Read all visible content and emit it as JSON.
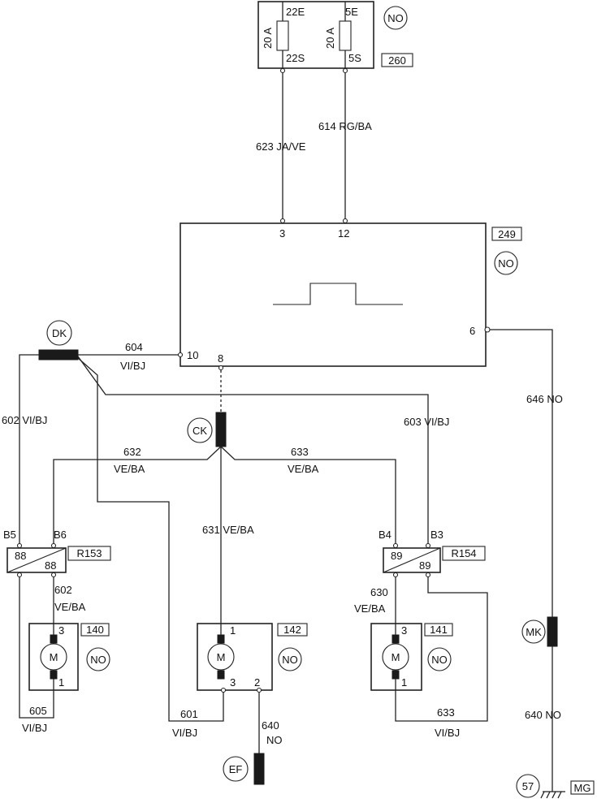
{
  "fuse_box": {
    "ref": "260",
    "color": "NO",
    "fuse1": {
      "in": "22E",
      "out": "22S",
      "rating": "20 A"
    },
    "fuse2": {
      "in": "5E",
      "out": "5S",
      "rating": "20 A"
    }
  },
  "ecu": {
    "ref": "249",
    "color": "NO",
    "pins": {
      "p3": "3",
      "p12": "12",
      "p6": "6",
      "p10": "10",
      "p8": "8"
    }
  },
  "wires": {
    "w623": {
      "num": "623",
      "col": "JA/VE"
    },
    "w614": {
      "num": "614",
      "col": "RG/BA"
    },
    "w604": {
      "num": "604",
      "col": "VI/BJ"
    },
    "w646": {
      "num": "646",
      "col": "NO"
    },
    "w602a": {
      "num": "602",
      "col": "VI/BJ"
    },
    "w603": {
      "num": "603",
      "col": "VI/BJ"
    },
    "w632": {
      "num": "632",
      "col": "VE/BA"
    },
    "w633a": {
      "num": "633",
      "col": "VE/BA"
    },
    "w631": {
      "num": "631",
      "col": "VE/BA"
    },
    "w602b": {
      "num": "602",
      "col": "VE/BA"
    },
    "w630": {
      "num": "630",
      "col": "VE/BA"
    },
    "w605": {
      "num": "605",
      "col": "VI/BJ"
    },
    "w601": {
      "num": "601",
      "col": "VI/BJ"
    },
    "w640a": {
      "num": "640",
      "col": "NO"
    },
    "w633b": {
      "num": "633",
      "col": "VI/BJ"
    },
    "w640b": {
      "num": "640",
      "col": "NO"
    }
  },
  "connectors": {
    "dk": "DK",
    "ck": "CK",
    "mk": "MK",
    "ef": "EF",
    "ground": "57",
    "ground_tag": "MG"
  },
  "relays": {
    "r153": {
      "ref": "R153",
      "pin_b5": "B5",
      "pin_b6": "B6",
      "code_l": "88",
      "code_r": "88"
    },
    "r154": {
      "ref": "R154",
      "pin_b4": "B4",
      "pin_b3": "B3",
      "code_l": "89",
      "code_r": "89"
    }
  },
  "motors": {
    "m140": {
      "ref": "140",
      "color": "NO",
      "symbol": "M",
      "p_top": "3",
      "p_bot": "1"
    },
    "m142": {
      "ref": "142",
      "color": "NO",
      "symbol": "M",
      "p_top": "1",
      "p_b3": "3",
      "p_b2": "2"
    },
    "m141": {
      "ref": "141",
      "color": "NO",
      "symbol": "M",
      "p_top": "3",
      "p_bot": "1"
    }
  }
}
